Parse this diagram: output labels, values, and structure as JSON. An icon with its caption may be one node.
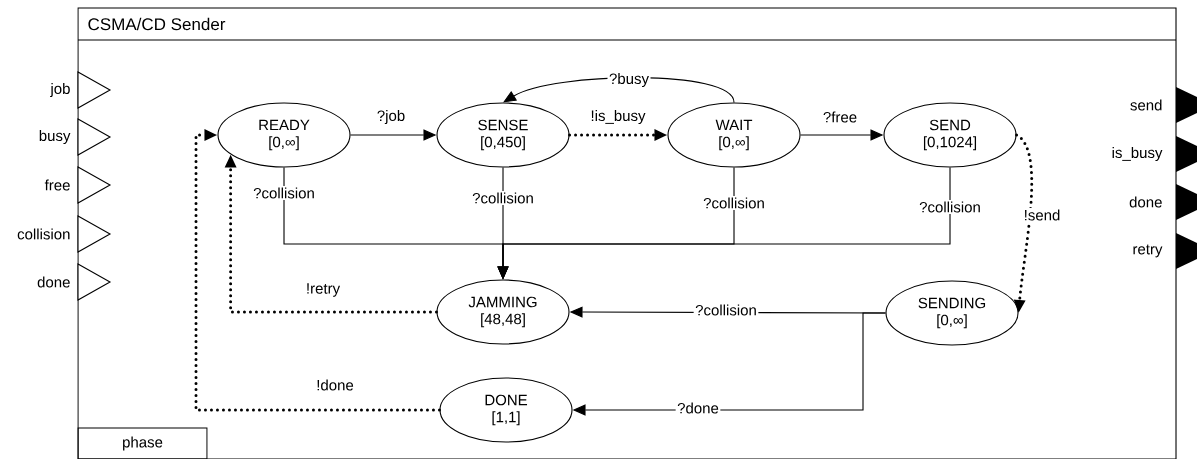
{
  "diagram": {
    "nodes": [
      {
        "text": [
          "CSMA/CD Sender"
        ]
      },
      {
        "text": [
          "READY",
          "[0,∞]"
        ],
        "in": 0
      },
      {
        "text": [
          "SENSE",
          "[0,450]"
        ],
        "in": 0
      },
      {
        "text": [
          "WAIT",
          "[0,∞]"
        ],
        "in": 0
      },
      {
        "text": [
          "SEND",
          "[0,1024]"
        ],
        "in": 0
      },
      {
        "text": [
          "JAMMING",
          "[48,48]"
        ],
        "in": 0
      },
      {
        "text": [
          "SENDING",
          "[0,∞]"
        ],
        "in": 0
      },
      {
        "text": [
          "DONE",
          "[1,1]"
        ],
        "in": 0
      },
      {
        "text": [
          "phase"
        ],
        "in": 0
      }
    ],
    "edges": [
      {
        "from": 1,
        "to": 2,
        "arrow": "to",
        "label": "?job"
      },
      {
        "from": 2,
        "to": 3,
        "arrow": "to",
        "label": "!is_busy",
        "style": "dashed"
      },
      {
        "from": 3,
        "to": 2,
        "arrow": "to",
        "label": "?busy"
      },
      {
        "from": 3,
        "to": 4,
        "arrow": "to",
        "label": "?free"
      },
      {
        "from": 1,
        "to": 5,
        "arrow": "to",
        "label": "?collision"
      },
      {
        "from": 2,
        "to": 5,
        "arrow": "to",
        "label": "?collision"
      },
      {
        "from": 3,
        "to": 5,
        "arrow": "to",
        "label": "?collision"
      },
      {
        "from": 4,
        "to": 5,
        "arrow": "to",
        "label": "?collision"
      },
      {
        "from": 4,
        "to": 6,
        "arrow": "to",
        "label": "!send",
        "style": "dashed"
      },
      {
        "from": 6,
        "to": 5,
        "arrow": "to",
        "label": "?collision"
      },
      {
        "from": 6,
        "to": 7,
        "arrow": "to",
        "label": "?done"
      },
      {
        "from": 5,
        "to": 1,
        "arrow": "to",
        "label": "!retry",
        "style": "dashed"
      },
      {
        "from": 7,
        "to": 1,
        "arrow": "to",
        "label": "!done",
        "style": "dashed"
      }
    ],
    "labels": [
      "job",
      "busy",
      "free",
      "collision",
      "done",
      "send",
      "is_busy",
      "done",
      "retry"
    ]
  }
}
